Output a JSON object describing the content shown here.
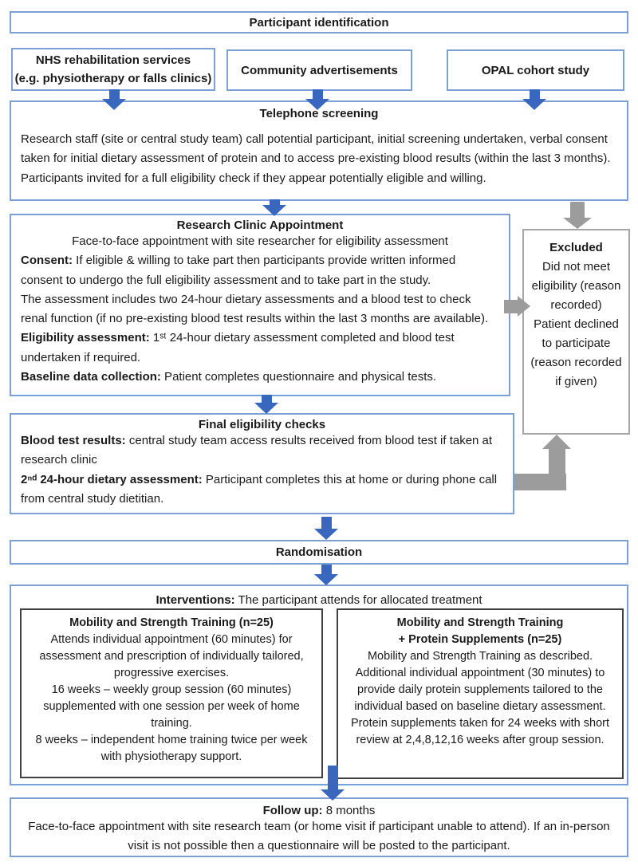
{
  "colors": {
    "box_border_blue": "#7c9fd6",
    "arrow_blue": "#3a67be",
    "gray": "#9c9c9c",
    "excluded_border": "#a6a6a6",
    "arm_border": "#404040",
    "text": "#1a1a1a"
  },
  "participant_identification": {
    "title": "Participant identification"
  },
  "sources": [
    {
      "lines": [
        "NHS rehabilitation services",
        "(e.g. physiotherapy or falls clinics)"
      ]
    },
    {
      "lines": [
        "Community advertisements"
      ]
    },
    {
      "lines": [
        "OPAL cohort study"
      ]
    }
  ],
  "telephone_screening": {
    "title": "Telephone screening",
    "body": "Research staff (site or central study team) call potential participant, initial screening undertaken,  verbal consent taken for initial dietary assessment of protein and to access pre-existing blood results (within the last 3 months). Participants invited for a full eligibility check if they appear potentially eligible and willing."
  },
  "research_clinic": {
    "title": "Research Clinic Appointment",
    "subtitle": "Face-to-face appointment with site researcher for eligibility assessment",
    "items": [
      {
        "label": "Consent:",
        "text": " If eligible & willing to take part then participants provide written informed consent to undergo the full eligibility assessment and to take part in the study."
      },
      {
        "label": "",
        "text": "The assessment includes two 24-hour dietary assessments and a blood test to check renal function (if no pre-existing blood test results within the last 3 months are available)."
      },
      {
        "label": "Eligibility assessment:",
        "text": " 1ˢᵗ 24-hour dietary assessment completed and blood test undertaken if required."
      },
      {
        "label": "Baseline data collection:",
        "text": " Patient completes questionnaire and physical tests."
      }
    ]
  },
  "excluded": {
    "title": "Excluded",
    "lines": [
      "Did not meet eligibility (reason recorded)",
      "Patient declined to participate (reason recorded if given)"
    ]
  },
  "final_eligibility": {
    "title": "Final eligibility checks",
    "items": [
      {
        "label": "Blood test results:",
        "text": " central study team access results received from blood test if taken at research clinic"
      },
      {
        "label": "2ⁿᵈ 24-hour dietary assessment:",
        "text": " Participant completes this at home or during phone call from central study dietitian."
      }
    ]
  },
  "randomisation": {
    "title": "Randomisation"
  },
  "interventions": {
    "label": "Interventions:",
    "text": "  The participant attends for allocated treatment",
    "arms": [
      {
        "title_lines": [
          "Mobility and Strength Training (n=25)"
        ],
        "body_lines": [
          "Attends individual appointment (60 minutes) for assessment and prescription of individually tailored, progressive exercises.",
          "16 weeks – weekly group session (60 minutes) supplemented with one session per week of home training.",
          "8 weeks – independent home training twice per week with physiotherapy support."
        ]
      },
      {
        "title_lines": [
          "Mobility and Strength Training",
          "+ Protein Supplements (n=25)"
        ],
        "body_lines": [
          "Mobility and Strength Training as described.",
          "Additional individual appointment (30 minutes) to provide daily protein supplements tailored to the individual based on baseline dietary assessment.",
          "Protein supplements taken for 24 weeks with short review at 2,4,8,12,16 weeks after group session."
        ]
      }
    ]
  },
  "follow_up": {
    "label": "Follow up:",
    "text": " 8 months",
    "body": "Face-to-face appointment with site research team (or home visit if participant  unable to attend). If an in-person visit is not possible then a questionnaire  will be posted to the participant."
  }
}
